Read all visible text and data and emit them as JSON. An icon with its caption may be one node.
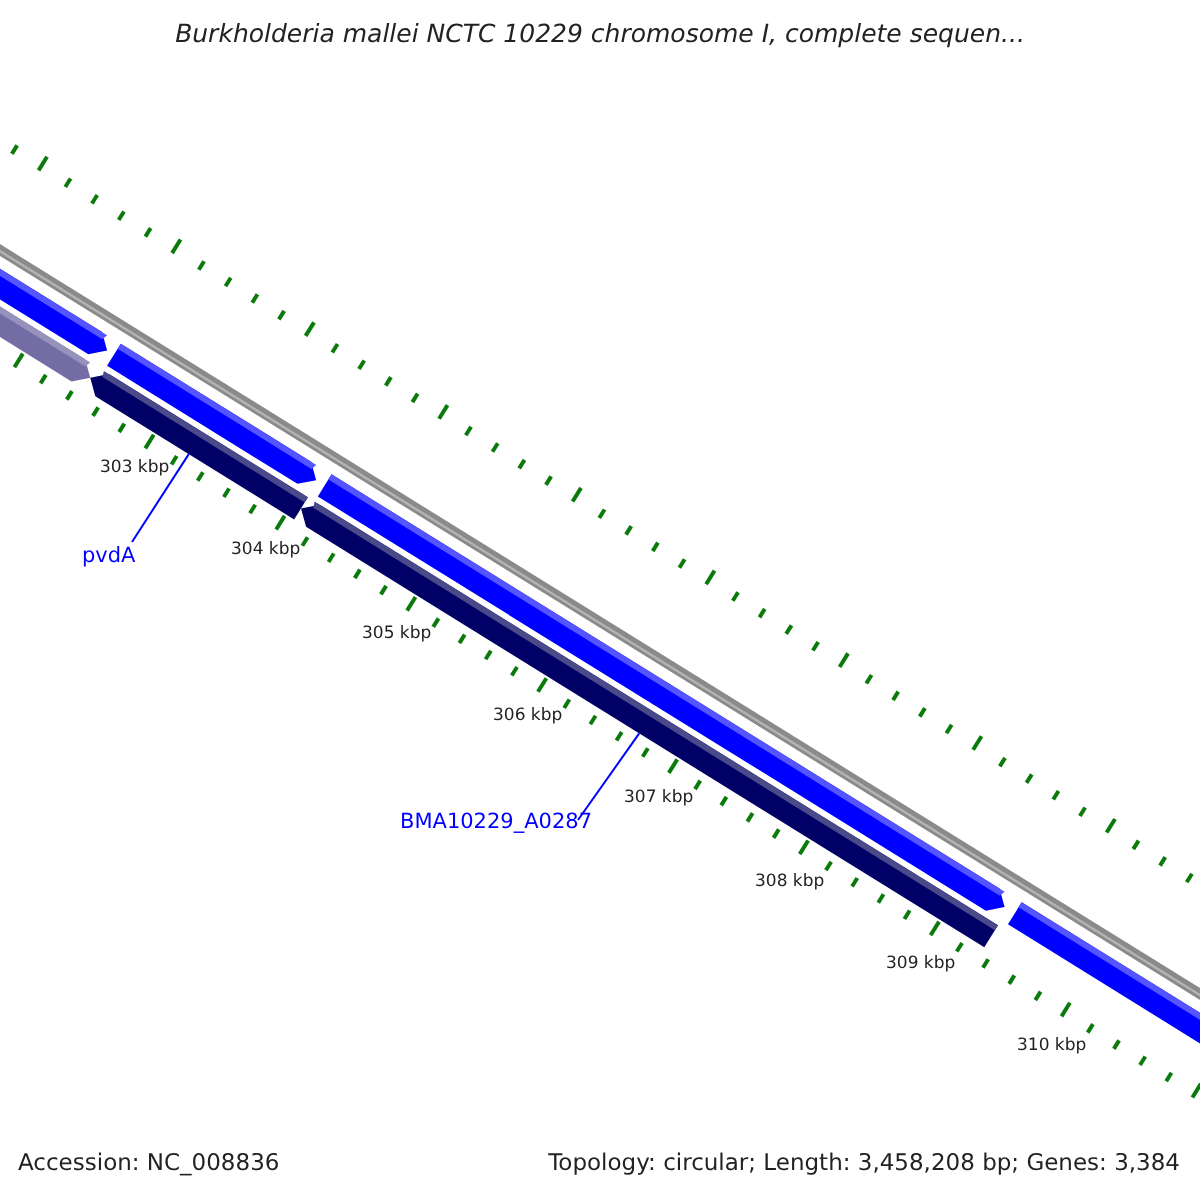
{
  "diagram": {
    "title": "Burkholderia mallei NCTC 10229 chromosome I, complete sequen...",
    "nodes": [
      {
        "text": [
          "pvdA"
        ]
      },
      {
        "text": [],
        "shape": "bar"
      },
      {
        "text": [
          "BMA10229_A0287"
        ]
      },
      {
        "text": [],
        "shape": "bar"
      }
    ],
    "edges": [
      {
        "from": 0,
        "to": 1,
        "arrow": "none"
      },
      {
        "from": 2,
        "to": 3,
        "arrow": "none"
      }
    ],
    "labels": [
      "303 kbp",
      "304 kbp",
      "305 kbp",
      "306 kbp",
      "307 kbp",
      "308 kbp",
      "309 kbp",
      "310 kbp",
      "Accession: NC_008836",
      "Topology: circular; Length: 3,458,208 bp; Genes: 3,384"
    ]
  }
}
